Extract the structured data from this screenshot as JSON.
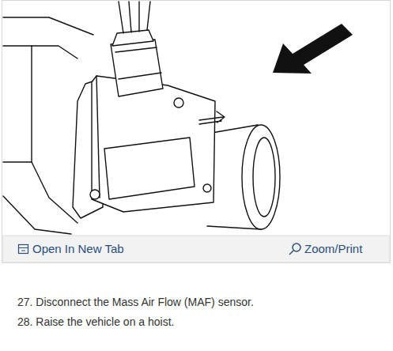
{
  "diagram": {
    "labels": [
      "Open In New Tab",
      "Zoom/Print",
      "27. Disconnect the Mass Air Flow (MAF) sensor.",
      "28. Raise the vehicle on a hoist."
    ]
  }
}
